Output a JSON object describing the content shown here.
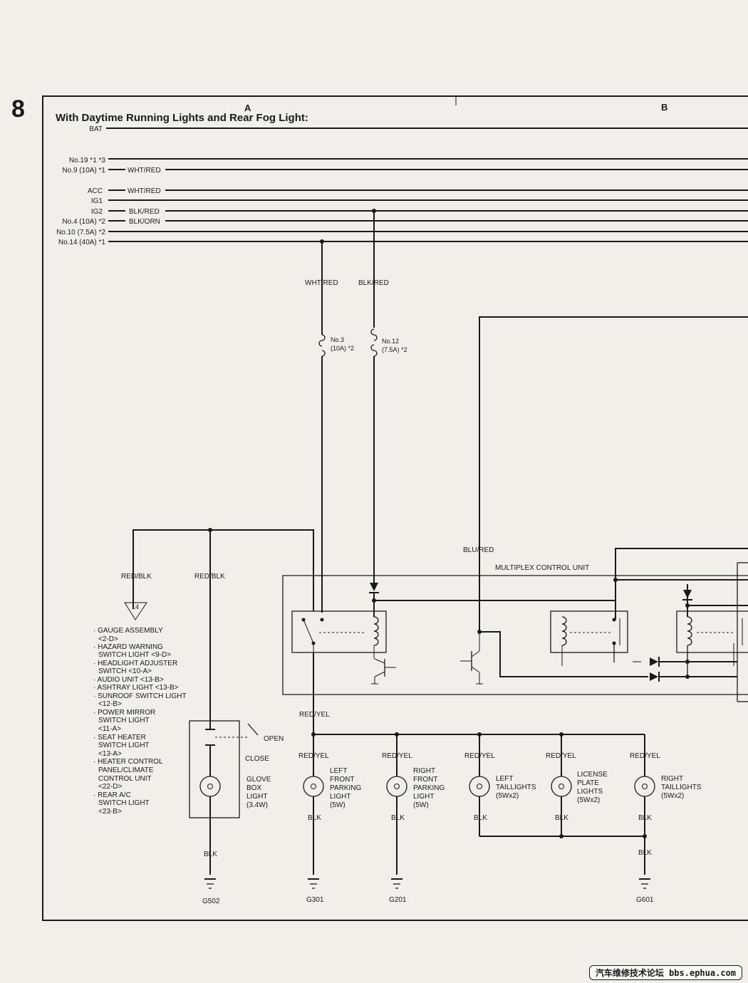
{
  "page": {
    "number": "8",
    "title": "With Daytime Running Lights and Rear Fog Light:",
    "zones": [
      "A",
      "B"
    ]
  },
  "power_lines": [
    {
      "label": "BAT",
      "wire": ""
    },
    {
      "label": "No.19 *1 *3",
      "wire": ""
    },
    {
      "label": "No.9 (10A) *1",
      "wire": "WHT/RED"
    },
    {
      "label": "ACC",
      "wire": "WHT/RED"
    },
    {
      "label": "IG1",
      "wire": ""
    },
    {
      "label": "IG2",
      "wire": "BLK/RED"
    },
    {
      "label": "No.4 (10A) *2",
      "wire": "BLK/ORN"
    },
    {
      "label": "No.10 (7.5A) *2",
      "wire": ""
    },
    {
      "label": "No.14 (40A) *1",
      "wire": ""
    }
  ],
  "fuses": [
    {
      "wire": "WHT/RED",
      "label": [
        "No.3",
        "(10A) *2"
      ]
    },
    {
      "wire": "BLK/RED",
      "label": [
        "No.12",
        "(7.5A) *2"
      ]
    }
  ],
  "control_unit": {
    "label": "MULTIPLEX CONTROL UNIT",
    "input_wire": "BLU/RED"
  },
  "gauge_feed": {
    "wire": "RED/BLK",
    "connector": "14",
    "items": [
      "· GAUGE ASSEMBLY",
      "<2-D>",
      "· HAZARD WARNING",
      "SWITCH LIGHT <9-D>",
      "· HEADLIGHT ADJUSTER",
      "SWITCH <10-A>",
      "· AUDIO UNIT <13-B>",
      "· ASHTRAY LIGHT <13-B>",
      "· SUNROOF SWITCH LIGHT",
      "<12-B>",
      "· POWER MIRROR",
      "SWITCH LIGHT",
      "<11-A>",
      "· SEAT HEATER",
      "SWITCH LIGHT",
      "<13-A>",
      "· HEATER CONTROL",
      "PANEL/CLIMATE",
      "CONTROL UNIT",
      "<22-D>",
      "· REAR A/C",
      "SWITCH LIGHT",
      "<23-B>"
    ]
  },
  "glove_box": {
    "wire_in": "RED/BLK",
    "switch_open": "OPEN",
    "switch_close": "CLOSE",
    "label": [
      "GLOVE",
      "BOX",
      "LIGHT",
      "(3.4W)"
    ],
    "wire_out": "BLK",
    "ground": "G502"
  },
  "light_bus_wire": "RED/YEL",
  "lamps": [
    {
      "wire_in": "RED/YEL",
      "label": [
        "LEFT",
        "FRONT",
        "PARKING",
        "LIGHT",
        "(5W)"
      ],
      "wire_out": "BLK",
      "ground": "G301"
    },
    {
      "wire_in": "RED/YEL",
      "label": [
        "RIGHT",
        "FRONT",
        "PARKING",
        "LIGHT",
        "(5W)"
      ],
      "wire_out": "BLK",
      "ground": "G201"
    },
    {
      "wire_in": "RED/YEL",
      "label": [
        "LEFT",
        "TAILLIGHTS",
        "(5Wx2)"
      ],
      "wire_out": "BLK",
      "ground": ""
    },
    {
      "wire_in": "RED/YEL",
      "label": [
        "LICENSE",
        "PLATE",
        "LIGHTS",
        "(5Wx2)"
      ],
      "wire_out": "BLK",
      "ground": ""
    },
    {
      "wire_in": "RED/YEL",
      "label": [
        "RIGHT",
        "TAILLIGHTS",
        "(5Wx2)"
      ],
      "wire_out": "BLK",
      "ground": "G601"
    }
  ],
  "rear_ground_wire": "BLK",
  "watermark": "汽车维修技术论坛 bbs.ephua.com"
}
